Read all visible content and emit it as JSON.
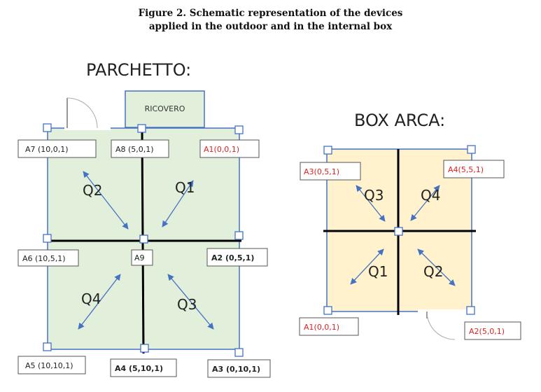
{
  "caption": {
    "line1": "Figure 2. Schematic representation of the devices",
    "line2": "applied in the outdoor and in the internal box"
  },
  "parchetto": {
    "title": "PARCHETTO:",
    "shelter": "RICOVERO",
    "fill_color": "#e2efda",
    "quadrants": [
      "Q1",
      "Q2",
      "Q3",
      "Q4"
    ],
    "devices": [
      {
        "id": "a1",
        "label": "A1(0,0,1)",
        "red": true
      },
      {
        "id": "a2",
        "label": "A2 (0,5,1)",
        "bold": true
      },
      {
        "id": "a3",
        "label": "A3 (0,10,1)",
        "bold": true
      },
      {
        "id": "a4",
        "label": "A4 (5,10,1)",
        "bold": true
      },
      {
        "id": "a5",
        "label": "A5 (10,10,1)"
      },
      {
        "id": "a6",
        "label": "A6 (10,5,1)"
      },
      {
        "id": "a7",
        "label": "A7 (10,0,1)"
      },
      {
        "id": "a8",
        "label": "A8 (5,0,1)"
      },
      {
        "id": "a9",
        "label": "A9"
      }
    ]
  },
  "box_arca": {
    "title": "BOX ARCA:",
    "fill_color": "#fff2cc",
    "quadrants": [
      "Q1",
      "Q2",
      "Q3",
      "Q4"
    ],
    "devices": [
      {
        "id": "a1",
        "label": "A1(0,0,1)",
        "red": true
      },
      {
        "id": "a2",
        "label": "A2(5,0,1)",
        "red": true
      },
      {
        "id": "a3",
        "label": "A3(0,5,1)",
        "red": true
      },
      {
        "id": "a4",
        "label": "A4(5,5,1)",
        "red": true
      }
    ]
  }
}
